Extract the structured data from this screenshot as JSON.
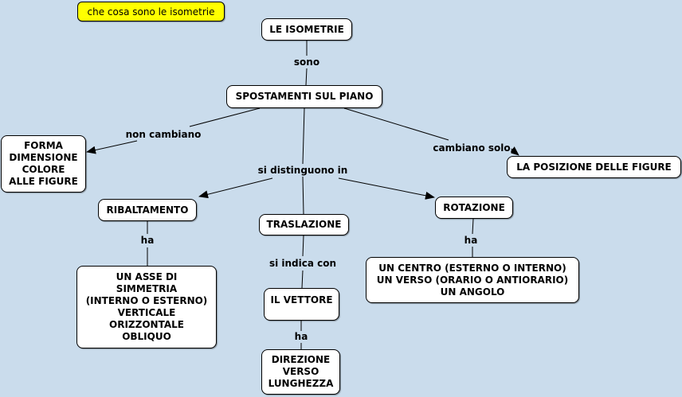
{
  "note": {
    "text": "che cosa sono le isometrie",
    "color": "#ffff00"
  },
  "background": "#cadcec",
  "nodes": {
    "isometrie": "LE ISOMETRIE",
    "spostamenti": "SPOSTAMENTI SUL PIANO",
    "forma": "FORMA\nDIMENSIONE\nCOLORE\nALLE FIGURE",
    "posizione": "LA POSIZIONE DELLE FIGURE",
    "ribaltamento": "RIBALTAMENTO",
    "traslazione": "TRASLAZIONE",
    "rotazione": "ROTAZIONE",
    "asse": "UN ASSE DI\nSIMMETRIA\n(INTERNO O ESTERNO)\nVERTICALE\nORIZZONTALE\nOBLIQUO",
    "vettore": "IL VETTORE",
    "centro": "UN CENTRO (ESTERNO O INTERNO)\nUN VERSO (ORARIO O ANTIORARIO)\nUN ANGOLO",
    "direzione": "DIREZIONE\nVERSO\nLUNGHEZZA"
  },
  "links": {
    "sono": "sono",
    "non_cambiano": "non cambiano",
    "cambiano_solo": "cambiano solo",
    "si_distinguono_in": "si distinguono in",
    "ha_ribaltamento": "ha",
    "si_indica_con": "si indica con",
    "ha_rotazione": "ha",
    "ha_vettore": "ha"
  }
}
